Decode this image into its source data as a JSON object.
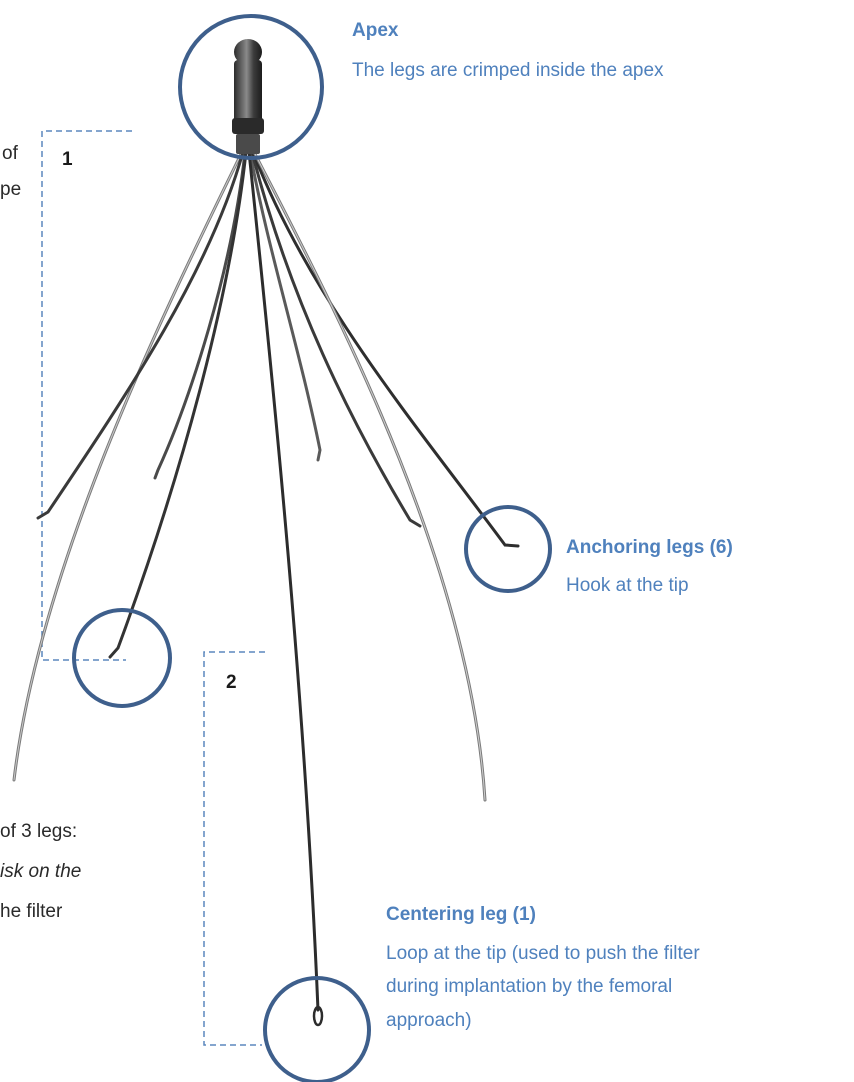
{
  "labels": {
    "apex": {
      "title": "Apex",
      "desc": "The legs are crimped inside the apex"
    },
    "anchoring": {
      "title": "Anchoring legs (6)",
      "desc": "Hook at the tip"
    },
    "centering": {
      "title": "Centering leg (1)",
      "line1": "Loop at the tip (used to push the filter",
      "line2": "during implantation by the femoral",
      "line3": "approach)"
    },
    "brackets": {
      "one": "1",
      "two": "2"
    },
    "left_fragments": {
      "f1": "of",
      "f2": "pe",
      "f3": "of 3 legs:",
      "f4": "isk on the",
      "f5": "he filter"
    }
  },
  "colors": {
    "accent": "#4f81bd",
    "circle": "#3e5f8c",
    "dash": "#5b87bd",
    "wire": "#3a3a3a",
    "text": "#2a2a2a"
  }
}
